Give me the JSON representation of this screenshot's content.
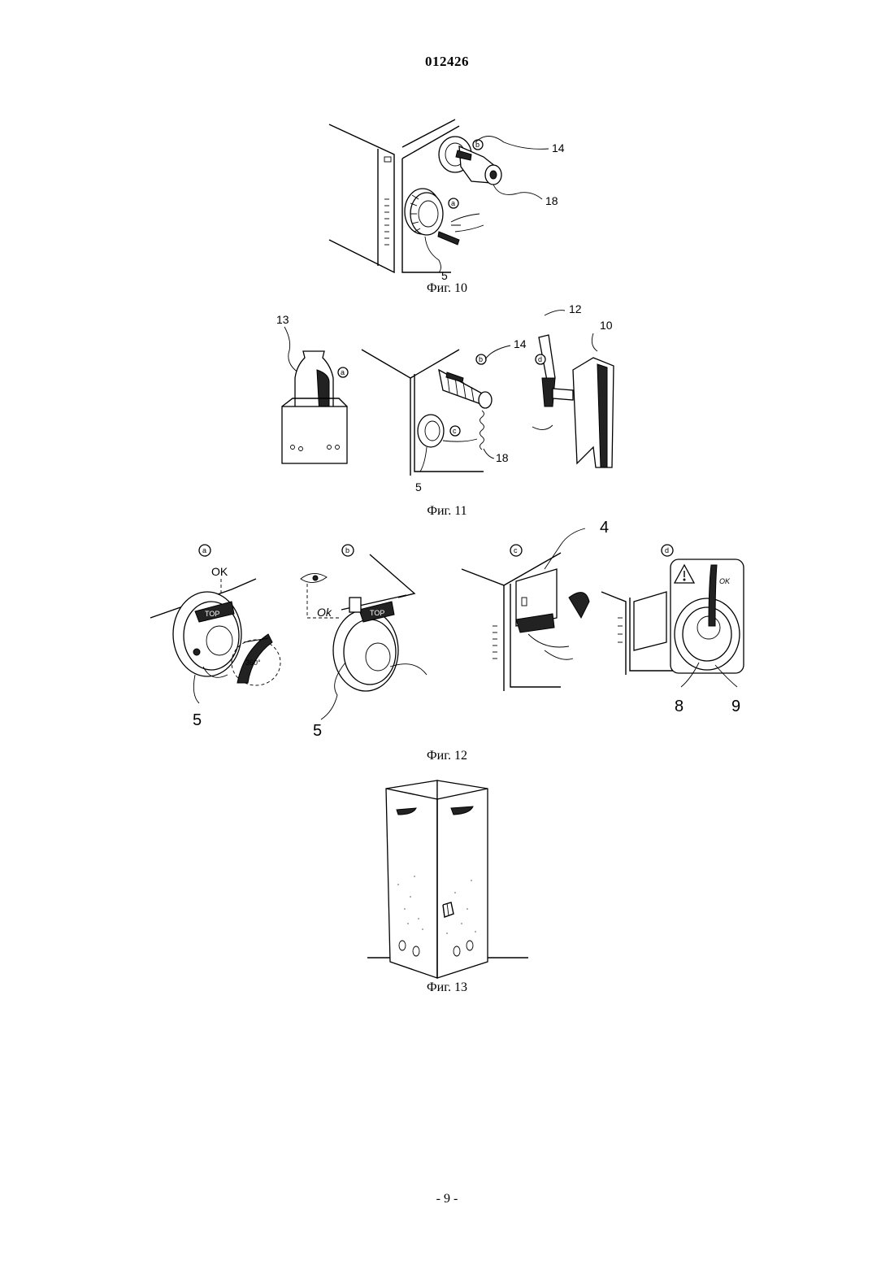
{
  "header": {
    "doc_number": "012426"
  },
  "figures": {
    "fig10": {
      "caption": "Фиг. 10",
      "labels": {
        "l14": "14",
        "l18": "18",
        "l5": "5"
      },
      "steps": {
        "a": "a",
        "b": "b"
      }
    },
    "fig11": {
      "caption": "Фиг. 11",
      "labels": {
        "l13": "13",
        "l14": "14",
        "l12": "12",
        "l10": "10",
        "l18": "18",
        "l5": "5"
      },
      "steps": {
        "a": "a",
        "b": "b",
        "c": "c",
        "d": "d"
      }
    },
    "fig12": {
      "caption": "Фиг. 12",
      "labels": {
        "l4": "4",
        "l5a": "5",
        "l5b": "5",
        "l8": "8",
        "l9": "9"
      },
      "texts": {
        "ok1": "OK",
        "ok2": "Ok",
        "ok3": "OK",
        "deg": "360°",
        "top1": "TOP",
        "top2": "TOP"
      },
      "steps": {
        "a": "a",
        "b": "b",
        "c": "c",
        "d": "d"
      }
    },
    "fig13": {
      "caption": "Фиг. 13"
    }
  },
  "footer": {
    "page_number": "- 9 -"
  }
}
